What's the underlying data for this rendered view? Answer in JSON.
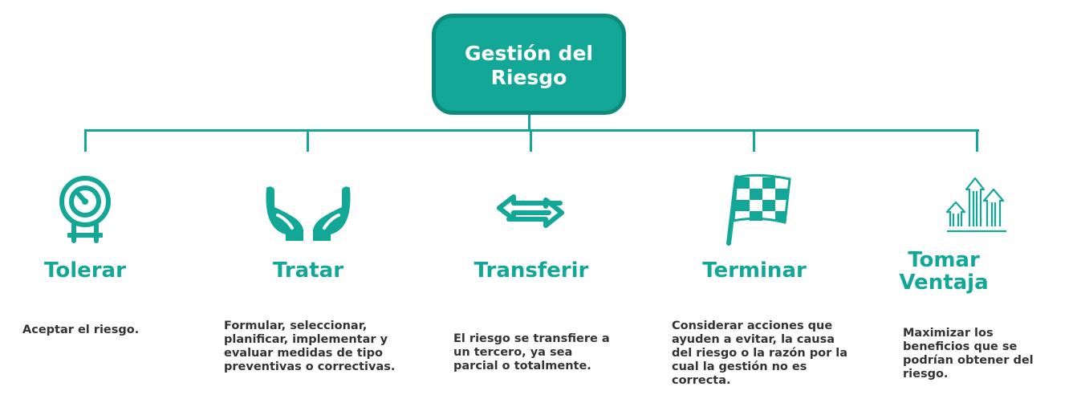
{
  "root": {
    "title": "Gestión del Riesgo"
  },
  "branches": [
    {
      "title": "Tolerar",
      "description": "Aceptar el riesgo.",
      "icon": "gauge-icon"
    },
    {
      "title": "Tratar",
      "description": "Formular, seleccionar, planificar, implementar y evaluar medidas de tipo preventivas o correctivas.",
      "icon": "open-hands-icon"
    },
    {
      "title": "Transferir",
      "description": "El riesgo se transfiere a un tercero, ya sea parcial o totalmente.",
      "icon": "transfer-arrows-icon"
    },
    {
      "title": "Terminar",
      "description": "Considerar acciones que ayuden a evitar, la causa del riesgo o la razón por la cual la gestión no es correcta.",
      "icon": "checkered-flag-icon"
    },
    {
      "title": "Tomar Ventaja",
      "description": "Maximizar los beneficios que se podrían obtener del riesgo.",
      "icon": "growth-arrows-icon"
    }
  ],
  "colors": {
    "accent": "#12a797",
    "accent_dark": "#0c8a7c",
    "text": "#333333"
  }
}
